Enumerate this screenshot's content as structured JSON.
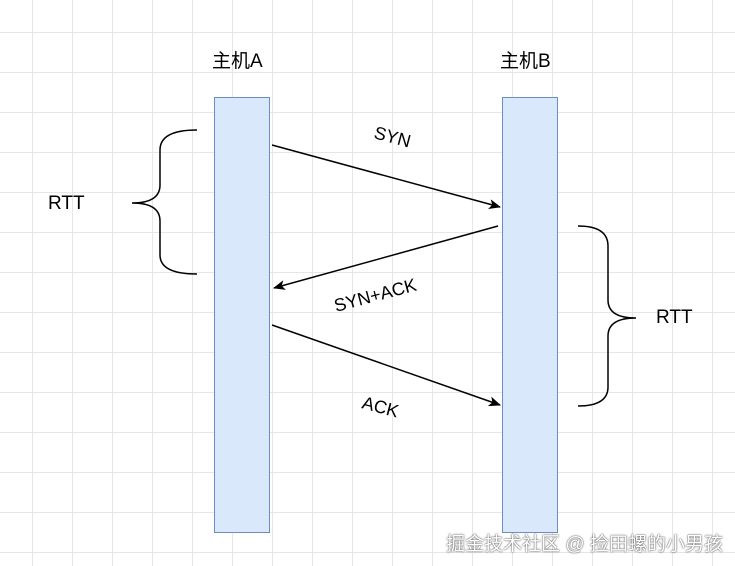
{
  "hosts": {
    "a_label": "主机A",
    "b_label": "主机B"
  },
  "messages": {
    "syn": "SYN",
    "syn_ack": "SYN+ACK",
    "ack": "ACK"
  },
  "rtt": {
    "left_label": "RTT",
    "right_label": "RTT"
  },
  "watermark": "掘金技术社区 @ 捡田螺的小男孩",
  "colors": {
    "bar_fill": "#dae8fc",
    "bar_border": "#6c8ebf",
    "grid": "#e6e6e6"
  }
}
